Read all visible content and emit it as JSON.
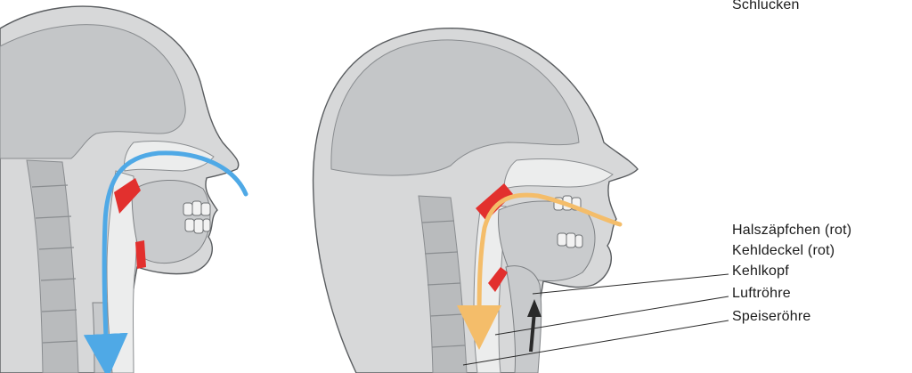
{
  "caption": "Schlucken",
  "labels": [
    "Halszäpfchen (rot)",
    "Kehldeckel (rot)",
    "Kehlkopf",
    "Luftröhre",
    "Speiseröhre"
  ],
  "colors": {
    "tissue": "#d7d8d9",
    "tissue_dark": "#aeb1b3",
    "outline": "#5a5d60",
    "highlight": "#e2302e",
    "air_flow": "#4fa9e6",
    "food_flow": "#f4bd6a",
    "push_arrow": "#2a2a2a"
  }
}
